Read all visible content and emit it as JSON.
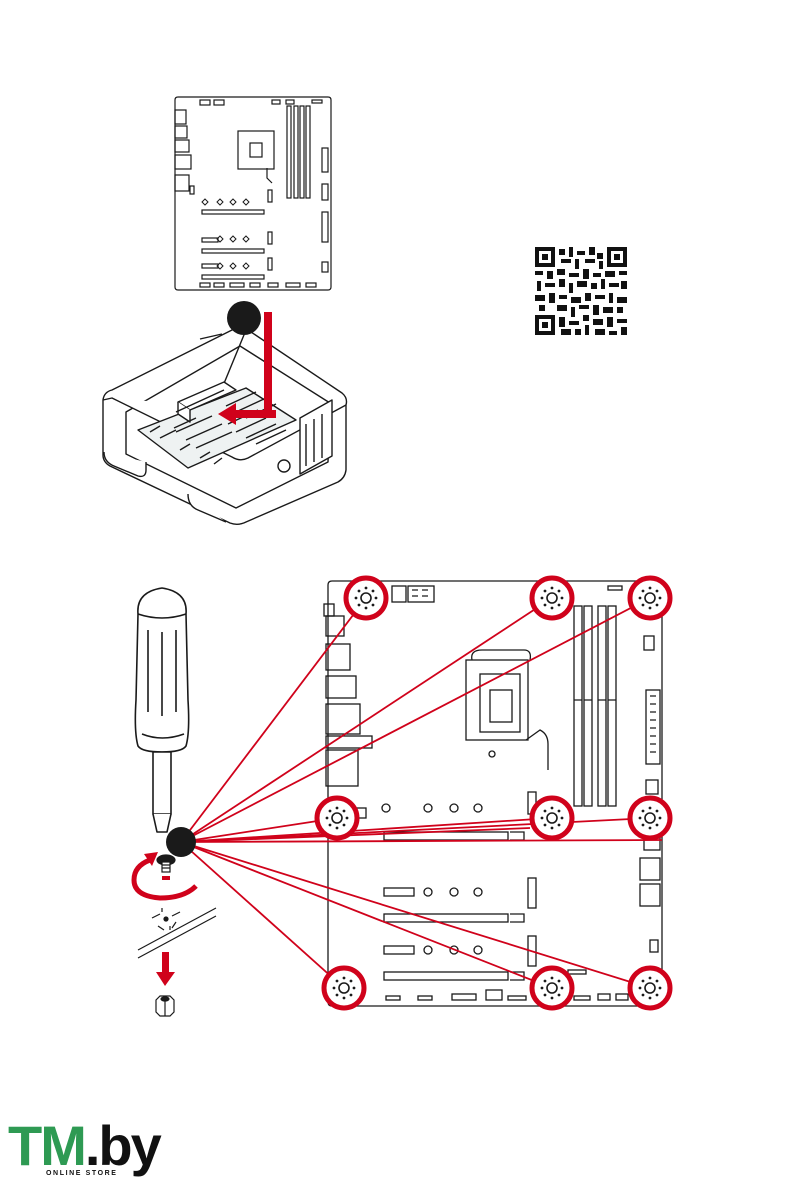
{
  "logo": {
    "brand_tm": "TM",
    "brand_by": ".by",
    "tagline": "ONLINE STORE",
    "green": "#2e9a53"
  },
  "colors": {
    "accent": "#d0021b",
    "line": "#1a1a1a"
  },
  "steps": [
    {
      "name": "insert-board-into-case",
      "icon": "case-icon"
    },
    {
      "name": "screw-board-to-standoffs",
      "icon": "screwdriver-icon"
    }
  ],
  "standoff_count": 9
}
